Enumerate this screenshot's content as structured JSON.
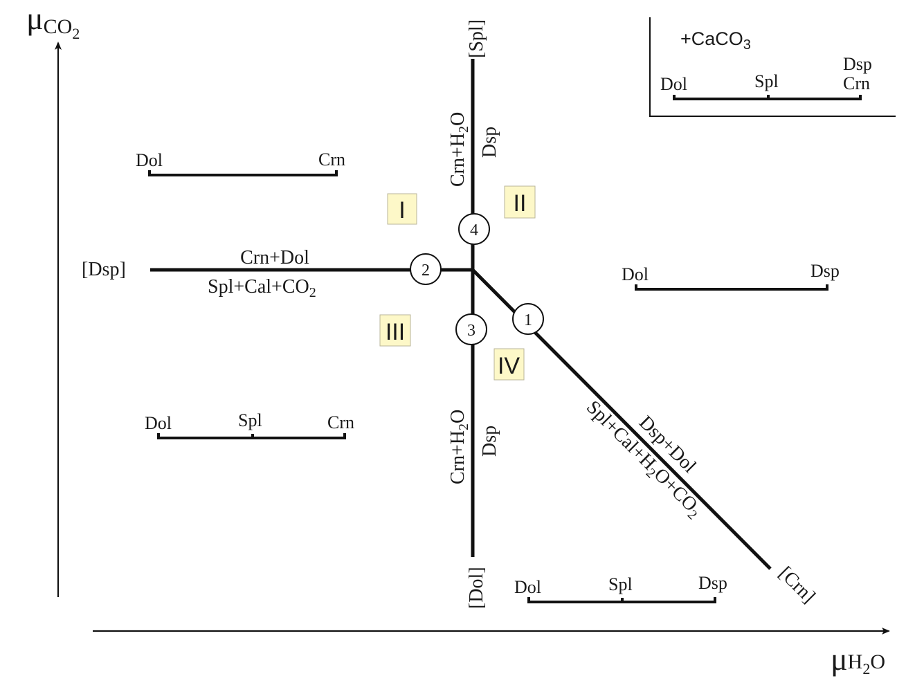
{
  "axes": {
    "y_label": {
      "symbol": "μ",
      "sub": "CO",
      "sub2": "2"
    },
    "x_label": {
      "symbol": "μ",
      "sub": "H",
      "sub2": "2",
      "sub3": "O"
    }
  },
  "lines": {
    "spl": {
      "absent": "[Spl]",
      "top": "Crn+H",
      "top_sub": "2",
      "top_tail": "O",
      "bottom": "Dsp"
    },
    "dsp": {
      "absent": "[Dsp]",
      "top": "Crn+Dol",
      "bottom": "Spl+Cal+CO",
      "bottom_sub": "2"
    },
    "dol": {
      "absent": "[Dol]",
      "top": "Crn+H",
      "top_sub": "2",
      "top_tail": "O",
      "bottom": "Dsp"
    },
    "crn": {
      "absent": "[Crn]",
      "top": "Dsp+Dol",
      "bottom": "Spl+Cal+H",
      "bottom_sub": "2",
      "bottom_mid": "O+CO",
      "bottom_sub2": "2"
    }
  },
  "nodes": [
    "1",
    "2",
    "3",
    "4"
  ],
  "regions": [
    "I",
    "II",
    "III",
    "IV"
  ],
  "tielines": {
    "region_I": {
      "left": "Dol",
      "right": "Crn"
    },
    "region_III": {
      "left": "Dol",
      "mid": "Spl",
      "right": "Crn"
    },
    "region_II": {
      "left": "Dol",
      "right": "Dsp"
    },
    "region_IV": {
      "left": "Dol",
      "mid": "Spl",
      "right": "Dsp"
    }
  },
  "legend": {
    "title": "+CaCO",
    "title_sub": "3",
    "left": "Dol",
    "mid": "Spl",
    "right_top": "Dsp",
    "right_bottom": "Crn"
  }
}
